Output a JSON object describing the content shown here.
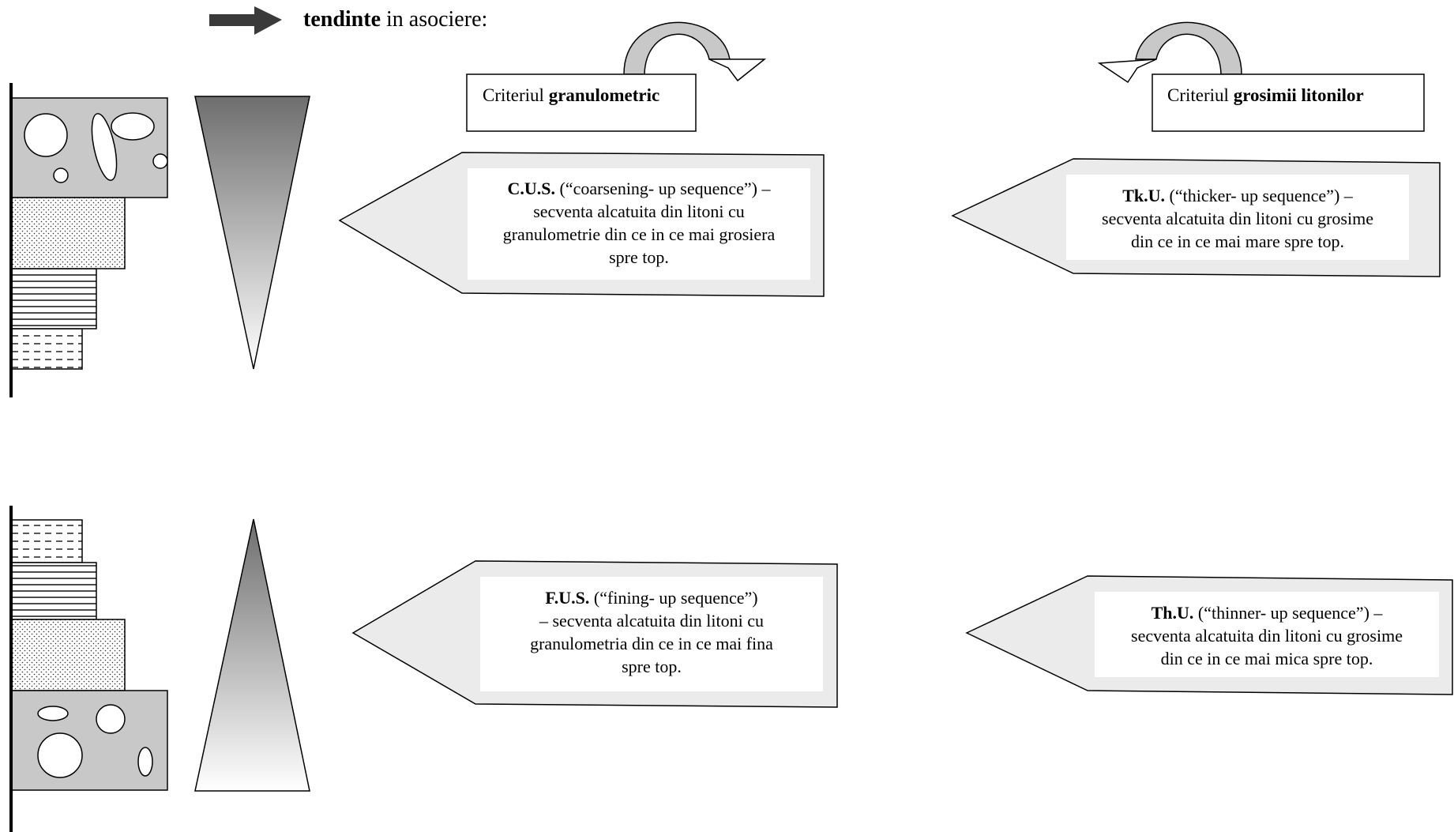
{
  "header": {
    "bold": "tendinte",
    "rest": " in asociere:"
  },
  "criteria": {
    "granulometric": {
      "prefix": "Criteriul ",
      "bold": "granulometric"
    },
    "thickness": {
      "prefix": "Criteriul ",
      "bold": "grosimii litonilor"
    }
  },
  "sequences": {
    "cus": {
      "abbr": "C.U.S.",
      "line1": " (“coarsening- up sequence”) –",
      "line2": "secventa alcatuita din litoni cu",
      "line3": "granulometrie din ce in ce mai grosiera",
      "line4": "spre top."
    },
    "tku": {
      "abbr": "Tk.U.",
      "line1": " (“thicker- up sequence”) –",
      "line2": "secventa alcatuita din litoni cu grosime",
      "line3": "din ce in ce mai mare spre top."
    },
    "fus": {
      "abbr": "F.U.S.",
      "line1": " (“fining- up sequence”)",
      "line2": "– secventa alcatuita din litoni cu",
      "line3": "granulometria din ce in ce mai fina",
      "line4": "spre top."
    },
    "thu": {
      "abbr": "Th.U.",
      "line1": " (“thinner- up sequence”) –",
      "line2": "secventa alcatuita din litoni cu grosime",
      "line3": "din ce in ce mai mica spre top."
    }
  },
  "colors": {
    "gravel_fill": "#c8c8c8",
    "pointer_fill": "#ebebeb",
    "curved_arrow_fill": "#c8c8c8",
    "wedge_dark": "#6e6e6e",
    "wedge_light": "#ffffff"
  },
  "icons": {
    "header_arrow": "right-arrow-icon",
    "curve_right": "curved-arrow-right-icon",
    "curve_left": "curved-arrow-left-icon"
  }
}
